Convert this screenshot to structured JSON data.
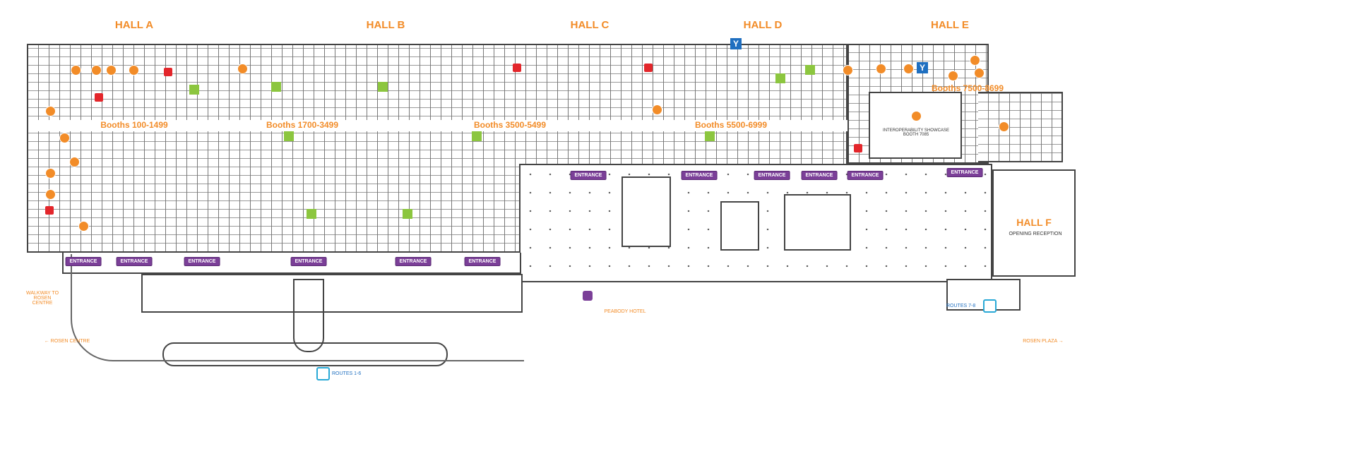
{
  "halls": [
    {
      "title": "HALL A",
      "booths": "Booths 100-1499"
    },
    {
      "title": "HALL B",
      "booths": "Booths 1700-3499"
    },
    {
      "title": "HALL C",
      "booths": "Booths 3500-5499"
    },
    {
      "title": "HALL D",
      "booths": "Booths 5500-6999"
    },
    {
      "title": "HALL E",
      "booths": "Booths 7500-8699"
    }
  ],
  "hall_f": {
    "title": "HALL F",
    "subtitle": "OPENING RECEPTION"
  },
  "showcase": "INTEROPERABILITY SHOWCASE BOOTH 7085",
  "entrance_label": "ENTRANCE",
  "places": {
    "walkway": "WALKWAY TO ROSEN CENTRE",
    "rosen_centre": "← ROSEN CENTRE",
    "rosen_plaza": "ROSEN PLAZA →",
    "peabody": "PEABODY HOTEL",
    "routes_1_6": "ROUTES 1-6",
    "routes_7_8": "ROUTES 7-8"
  },
  "colors": {
    "hall_label": "#f28c28",
    "entrance": "#7b3f98",
    "info": "#8cc63f",
    "first_aid": "#e3262b",
    "shuttle": "#29a9d6",
    "route_text": "#1f6fc0"
  },
  "icons": [
    "numbered-marker-icon",
    "info-kiosk-icon",
    "first-aid-icon",
    "y-lounge-icon",
    "shuttle-bus-icon",
    "hotel-icon"
  ]
}
